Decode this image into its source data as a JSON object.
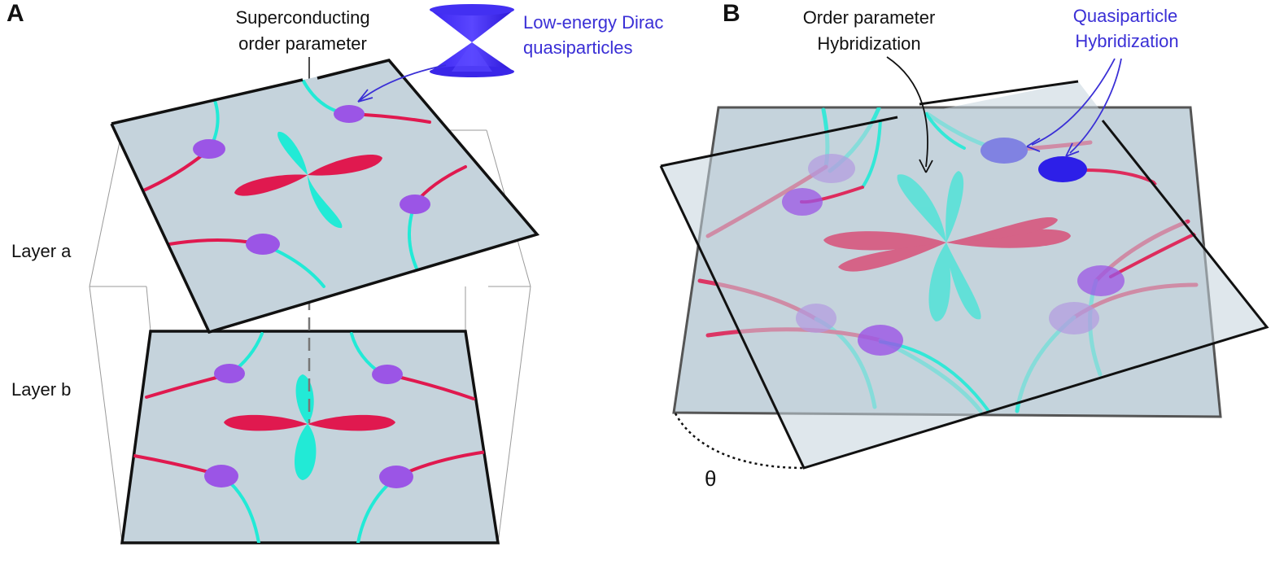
{
  "panel_a": {
    "letter": "A",
    "sc_label": [
      "Superconducting",
      "order parameter"
    ],
    "dirac_label": [
      "Low-energy Dirac",
      "quasiparticles"
    ],
    "layer_a": "Layer a",
    "layer_b": "Layer b"
  },
  "panel_b": {
    "letter": "B",
    "op_label": [
      "Order parameter",
      "Hybridization"
    ],
    "qp_label": [
      "Quasiparticle",
      "Hybridization"
    ],
    "angle": "θ"
  },
  "colors": {
    "plate": "#c5d3dc",
    "red_lobe": "#e0194f",
    "cyan_lobe": "#22ead6",
    "node": "#9b55e6",
    "dirac_node": "#2d1fe8",
    "label_blue": "#3a2fd6"
  }
}
